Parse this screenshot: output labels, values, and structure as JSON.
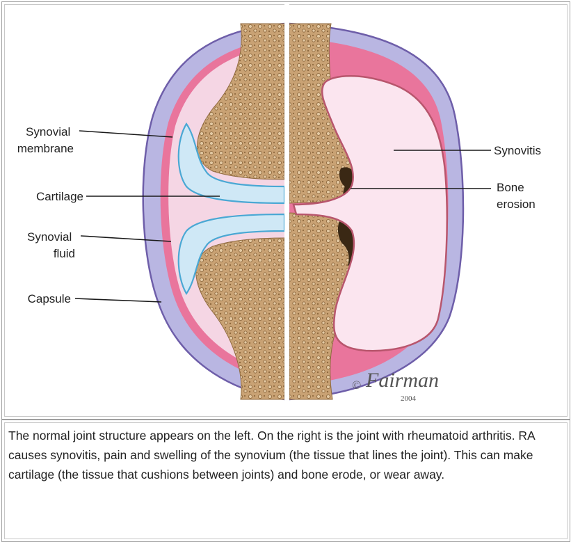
{
  "diagram": {
    "labels": {
      "synovial_membrane": [
        "Synovial",
        "membrane"
      ],
      "cartilage": [
        "Cartilage"
      ],
      "synovial_fluid": [
        "Synovial",
        "fluid"
      ],
      "capsule": [
        "Capsule"
      ],
      "synovitis": [
        "Synovitis"
      ],
      "bone_erosion": [
        "Bone",
        "erosion"
      ]
    },
    "signature": "Fairman",
    "copyright_symbol": "©",
    "year": "2004"
  },
  "caption": "The normal joint structure appears on the left. On the right is the joint with rheumatoid arthritis. RA causes synovitis, pain and swelling of the synovium (the tissue that lines the joint). This can make cartilage (the tissue that cushions between joints) and bone erode, or wear away.",
  "colors": {
    "capsule": "#b9b6e2",
    "capsule_edge": "#6e5ea9",
    "synovial_membrane": "#e9759c",
    "synovial_fluid": "#f5d6e4",
    "bone": "#c9a274",
    "bone_spongy": "#a27a4a",
    "cartilage": "#cfe8f6",
    "cartilage_edge": "#4aa8d4",
    "synovitis": "#fbe5ef",
    "erosion": "#3a2814"
  }
}
